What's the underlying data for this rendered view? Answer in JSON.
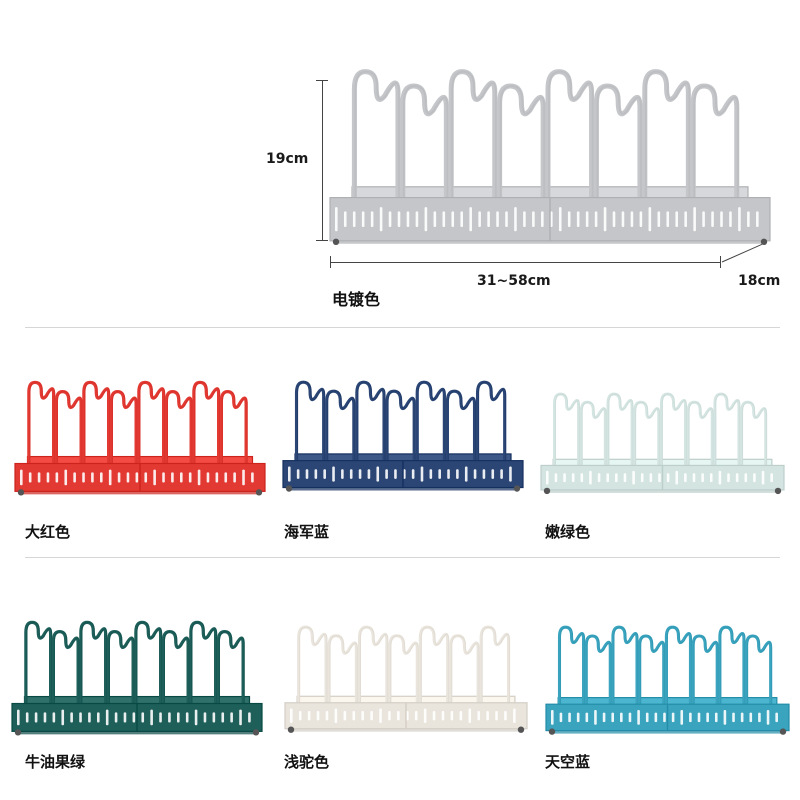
{
  "main": {
    "height_label": "19cm",
    "width_label": "31~58cm",
    "depth_label": "18cm",
    "color_name": "电镀色",
    "color": "#c4c6c9"
  },
  "variants": [
    {
      "name": "大红色",
      "color": "#e23a33"
    },
    {
      "name": "海军蓝",
      "color": "#2b4675"
    },
    {
      "name": "嫩绿色",
      "color": "#d3e4e1"
    },
    {
      "name": "牛油果绿",
      "color": "#1e5f5a"
    },
    {
      "name": "浅驼色",
      "color": "#e9e4dc"
    },
    {
      "name": "天空蓝",
      "color": "#3aa3be"
    }
  ]
}
